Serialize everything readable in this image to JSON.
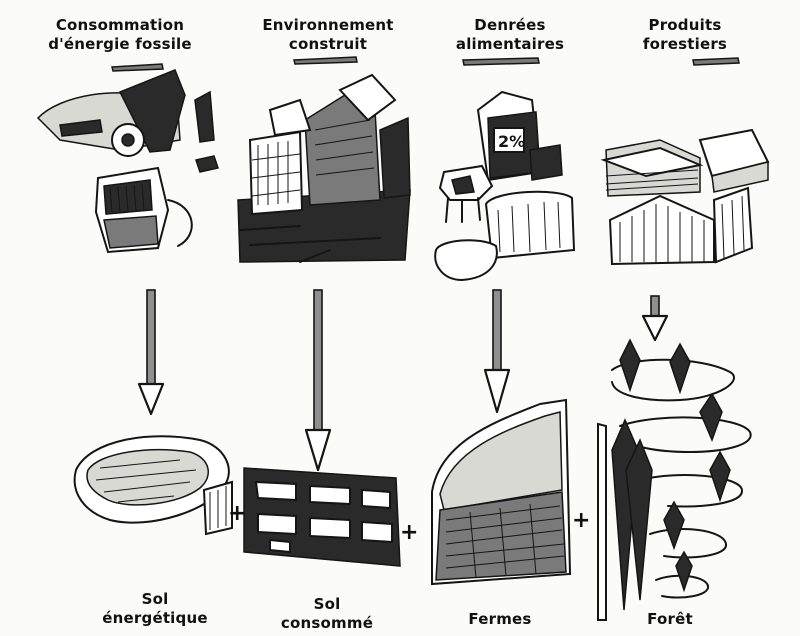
{
  "categories": [
    {
      "key": "fossil",
      "top_label": [
        "Consommation",
        "d'énergie fossile"
      ],
      "bottom_label": [
        "Sol",
        "énergétique"
      ]
    },
    {
      "key": "built",
      "top_label": [
        "Environnement",
        "construit"
      ],
      "bottom_label": [
        "Sol",
        "consommé"
      ]
    },
    {
      "key": "food",
      "top_label": [
        "Denrées",
        "alimentaires"
      ],
      "bottom_label": [
        "Fermes",
        ""
      ]
    },
    {
      "key": "forest",
      "top_label": [
        "Produits",
        "forestiers"
      ],
      "bottom_label": [
        "Forêt",
        ""
      ]
    }
  ],
  "plus_sign": "+",
  "icons": {
    "fossil": "car-and-gas-pump-icon",
    "built": "city-buildings-icon",
    "food": "milk-cow-bread-icon",
    "forest": "books-and-wooden-house-icon",
    "energy_land": "energy-land-icon",
    "built_land": "built-up-land-grid-icon",
    "farms": "farm-fields-icon",
    "forest_land": "spiral-forest-icon"
  }
}
